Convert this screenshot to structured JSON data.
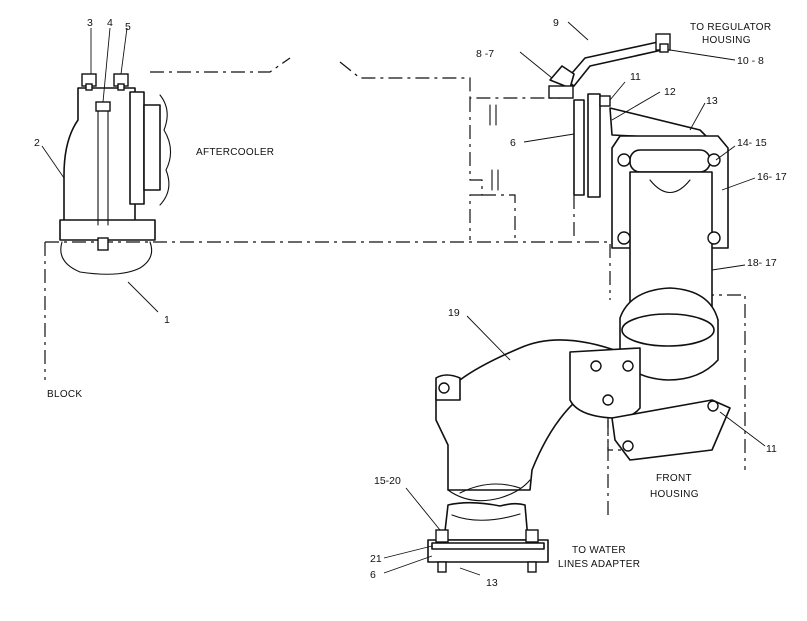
{
  "callouts": {
    "c1": "1",
    "c2": "2",
    "c3": "3",
    "c4": "4",
    "c5": "5",
    "c6_upper": "6",
    "c8_7": "8 -7",
    "c9": "9",
    "c10_8": "10 - 8",
    "c11_upper": "11",
    "c12": "12",
    "c13_upper": "13",
    "c14_15": "14- 15",
    "c16_17": "16- 17",
    "c18_17": "18- 17",
    "c19": "19",
    "c11_lower": "11",
    "c15_20": "15-20",
    "c21": "21",
    "c6_lower": "6",
    "c13_lower": "13"
  },
  "notes": {
    "aftercooler": "AFTERCOOLER",
    "block": "BLOCK",
    "to_regulator_1": "TO REGULATOR",
    "to_regulator_2": "HOUSING",
    "front_housing_1": "FRONT",
    "front_housing_2": "HOUSING",
    "to_water_1": "TO WATER",
    "to_water_2": "LINES ADAPTER"
  }
}
